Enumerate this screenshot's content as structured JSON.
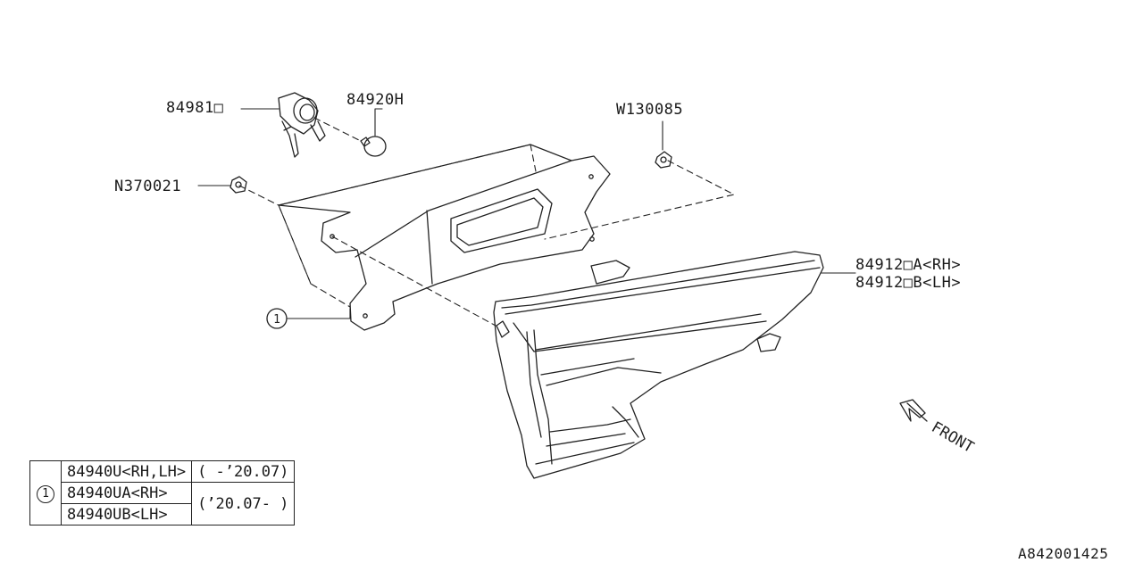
{
  "parts": {
    "bulb_socket": "84981□",
    "bulb": "84920H",
    "clip": "W130085",
    "nut": "N370021",
    "lamp_rh": "84912□A<RH>",
    "lamp_lh": "84912□B<LH>",
    "bracket_ref": "1"
  },
  "front_label": "FRONT",
  "legend": {
    "ref": "1",
    "rows": [
      {
        "part": "84940U<RH,LH>",
        "range": "( -’20.07)"
      },
      {
        "part": "84940UA<RH>",
        "range": "(’20.07- )"
      },
      {
        "part": "84940UB<LH>",
        "range": ""
      }
    ]
  },
  "drawing_id": "A842001425"
}
